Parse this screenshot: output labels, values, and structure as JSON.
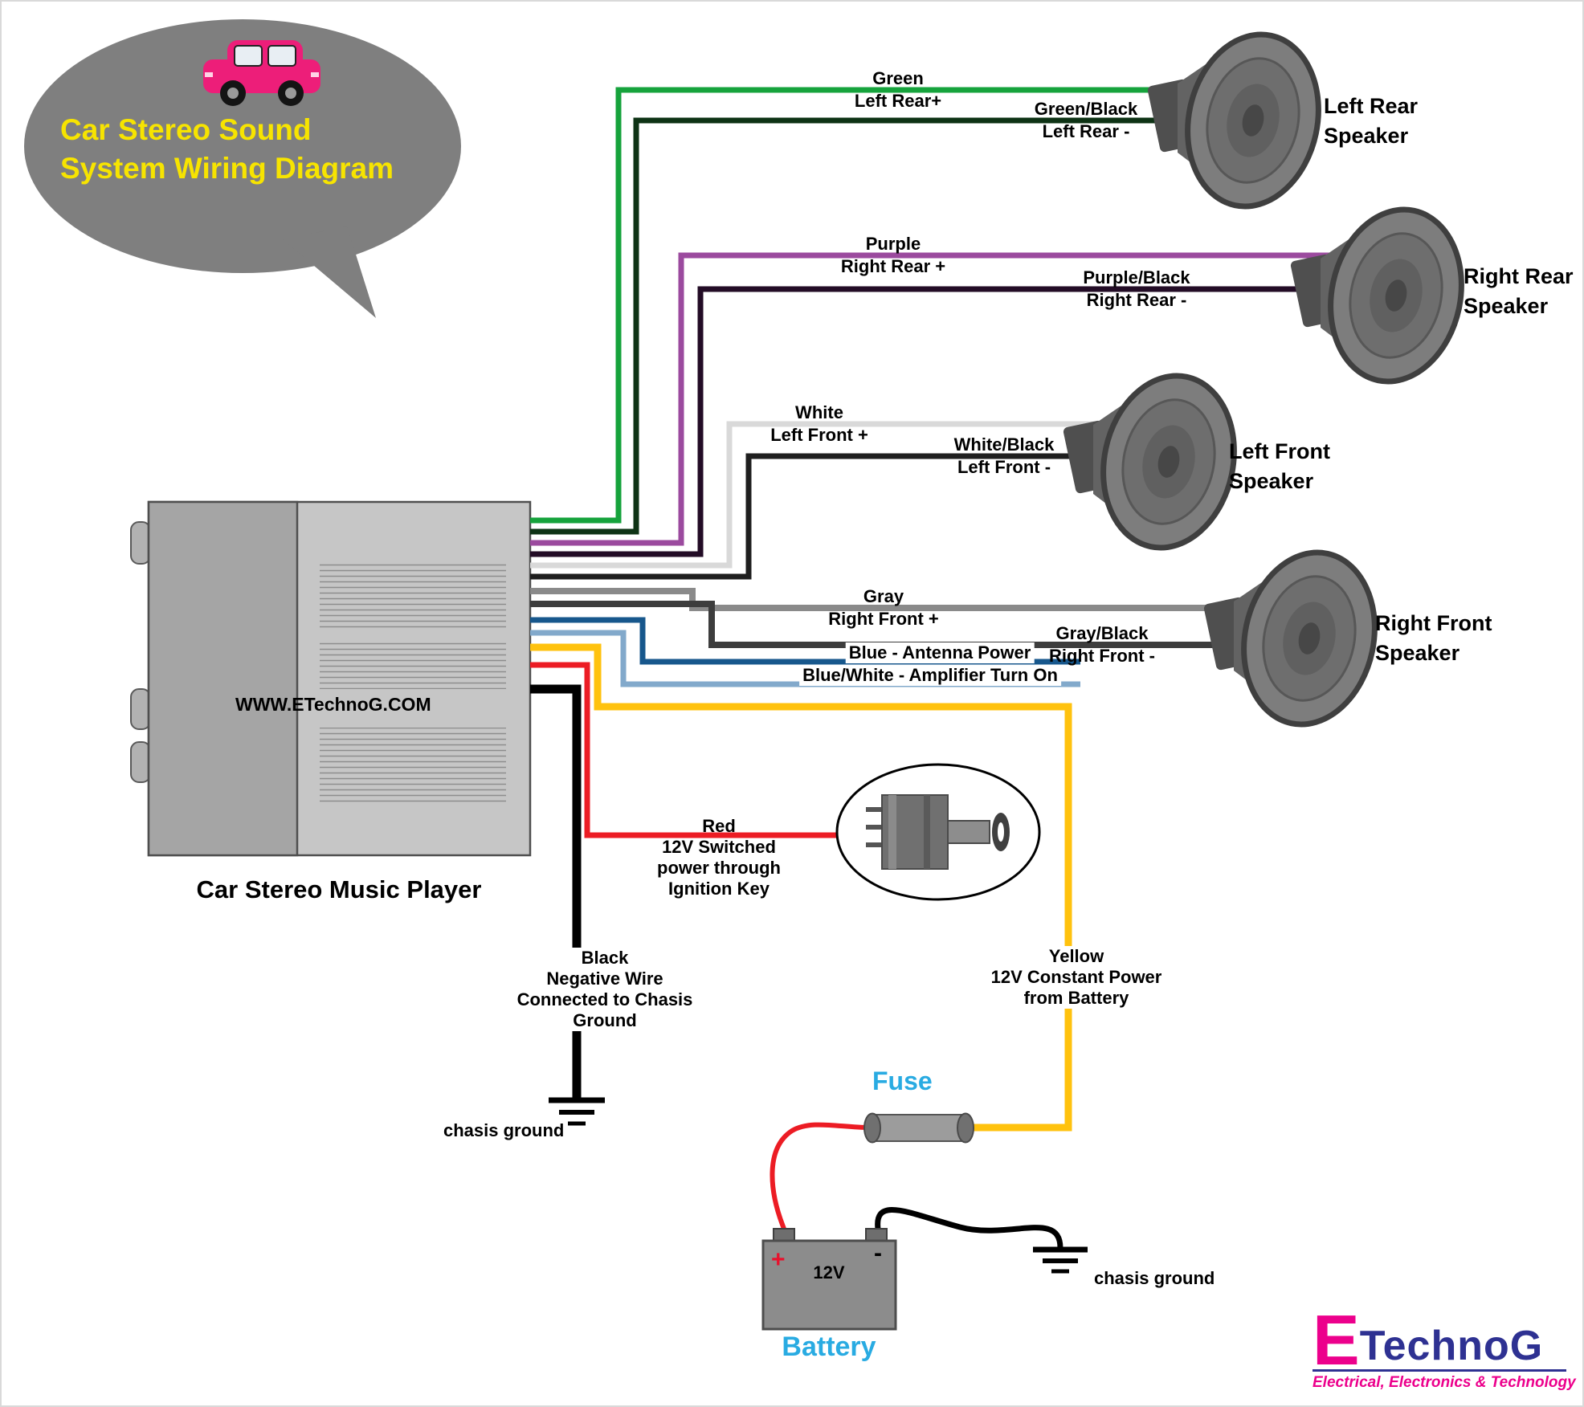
{
  "title": {
    "line1": "Car Stereo Sound",
    "line2": "System Wiring Diagram"
  },
  "stereo": {
    "watermark": "WWW.ETechnoG.COM",
    "caption": "Car Stereo Music Player"
  },
  "speakers": {
    "left_rear": {
      "l1": "Left Rear",
      "l2": "Speaker"
    },
    "right_rear": {
      "l1": "Right Rear",
      "l2": "Speaker"
    },
    "left_front": {
      "l1": "Left Front",
      "l2": "Speaker"
    },
    "right_front": {
      "l1": "Right Front",
      "l2": "Speaker"
    }
  },
  "wires": {
    "green": {
      "name": "Green",
      "desc": "Left Rear+"
    },
    "green_black": {
      "name": "Green/Black",
      "desc": "Left Rear -"
    },
    "purple": {
      "name": "Purple",
      "desc": "Right Rear +"
    },
    "purple_black": {
      "name": "Purple/Black",
      "desc": "Right Rear -"
    },
    "white": {
      "name": "White",
      "desc": "Left Front +"
    },
    "white_black": {
      "name": "White/Black",
      "desc": "Left Front -"
    },
    "gray": {
      "name": "Gray",
      "desc": "Right Front +"
    },
    "gray_black": {
      "name": "Gray/Black",
      "desc": "Right Front -"
    },
    "blue": {
      "label": "Blue - Antenna Power"
    },
    "blue_white": {
      "label": "Blue/White - Amplifier Turn On"
    },
    "red": {
      "lines": [
        "Red",
        "12V Switched",
        "power through",
        "Ignition Key"
      ]
    },
    "black": {
      "lines": [
        "Black",
        "Negative Wire",
        "Connected to Chasis",
        "Ground"
      ]
    },
    "yellow": {
      "lines": [
        "Yellow",
        "12V Constant Power",
        "from Battery"
      ]
    }
  },
  "ground": {
    "left_label": "chasis ground",
    "right_label": "chasis ground"
  },
  "fuse": {
    "label": "Fuse"
  },
  "battery": {
    "label": "Battery",
    "voltage": "12V",
    "plus": "+",
    "minus": "-"
  },
  "logo": {
    "initial": "E",
    "name": "TechnoG",
    "tagline": "Electrical, Electronics & Technology"
  },
  "colors": {
    "green": "#16a33c",
    "green_black": "#0e3315",
    "purple": "#9b4a9e",
    "purple_black": "#230c26",
    "white": "#d9d9d9",
    "white_black": "#1f1f1f",
    "gray": "#8a8a8a",
    "gray_black": "#3d3d3d",
    "blue": "#17578c",
    "blue_white": "#82a9cb",
    "yellow": "#ffc20e",
    "red": "#ec1c24",
    "black": "#000000",
    "label_blue": "#29abe2",
    "title_yellow": "#f7e400",
    "logo_magenta": "#ec008c",
    "logo_blue": "#2e3192",
    "bubble_gray": "#7f7f7f"
  }
}
